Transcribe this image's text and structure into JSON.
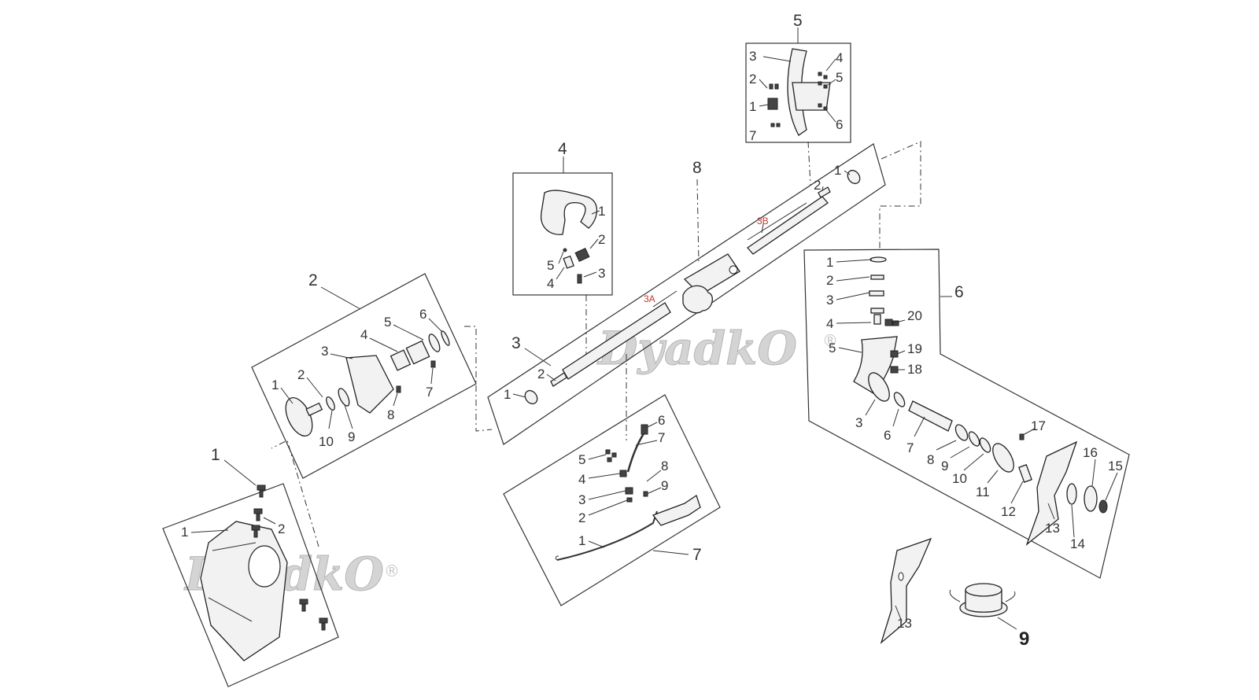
{
  "watermark": {
    "text": "DyadkO",
    "mark": "®"
  },
  "groups": {
    "g1": {
      "label": "1",
      "parts": {
        "p1": "1",
        "p2": "2"
      }
    },
    "g2": {
      "label": "2",
      "parts": {
        "p1": "1",
        "p2": "2",
        "p3": "3",
        "p4": "4",
        "p5": "5",
        "p6": "6",
        "p7": "7",
        "p8": "8",
        "p9": "9",
        "p10": "10"
      }
    },
    "g3": {
      "label": "3",
      "parts": {
        "p1": "1",
        "p2": "2",
        "p3a": "3A",
        "p3b": "3B"
      }
    },
    "g4": {
      "label": "4",
      "parts": {
        "p1": "1",
        "p2": "2",
        "p3": "3",
        "p4": "4",
        "p5": "5"
      }
    },
    "g5": {
      "label": "5",
      "parts": {
        "p1": "1",
        "p2": "2",
        "p3": "3",
        "p4": "4",
        "p5": "5",
        "p6": "6",
        "p7": "7"
      }
    },
    "g6": {
      "label": "6",
      "parts": {
        "p1": "1",
        "p2": "2",
        "p3": "3",
        "p3b": "3",
        "p4": "4",
        "p5": "5",
        "p6": "6",
        "p7": "7",
        "p8": "8",
        "p9": "9",
        "p10": "10",
        "p11": "11",
        "p12": "12",
        "p13": "13",
        "p14": "14",
        "p15": "15",
        "p16": "16",
        "p17": "17",
        "p18": "18",
        "p19": "19",
        "p20": "20"
      }
    },
    "g7": {
      "label": "7",
      "parts": {
        "p1": "1",
        "p2": "2",
        "p3": "3",
        "p4": "4",
        "p5": "5",
        "p6": "6",
        "p7": "7",
        "p8": "8",
        "p9": "9"
      }
    },
    "g8": {
      "label": "8"
    }
  },
  "extras": {
    "blade_label": "13",
    "head_label": "9"
  }
}
